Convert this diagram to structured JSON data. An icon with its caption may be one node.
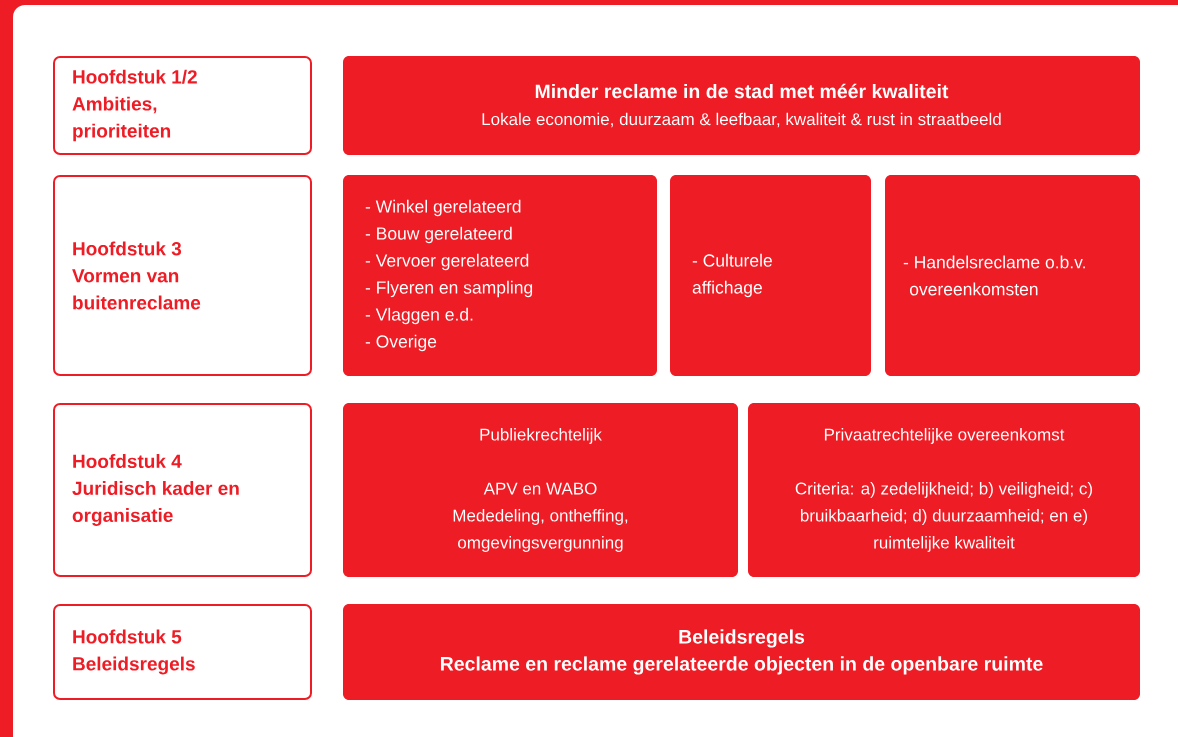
{
  "diagram": {
    "nodes": [
      {
        "text": [
          "Hoofdstuk 1/2",
          "Ambities, prioriteiten"
        ]
      },
      {
        "text": [
          "Minder reclame in de stad met méér kwaliteit",
          "Lokale economie, duurzaam & leefbaar, kwaliteit & rust in straatbeeld"
        ]
      },
      {
        "text": [
          "Hoofdstuk 3",
          "Vormen van buitenreclame"
        ]
      },
      {
        "text": [
          "- Winkel gerelateerd",
          "- Bouw gerelateerd",
          "- Vervoer gerelateerd",
          "- Flyeren en sampling",
          "- Vlaggen e.d.",
          "- Overige"
        ]
      },
      {
        "text": [
          "- Culturele affichage"
        ]
      },
      {
        "text": [
          "- Handelsreclame o.b.v. overeenkomsten"
        ]
      },
      {
        "text": [
          "Hoofdstuk 4",
          "Juridisch kader en organisatie"
        ]
      },
      {
        "text": [
          "Publiekrechtelijk",
          "APV en WABO",
          "Mededeling, ontheffing, omgevingsvergunning"
        ]
      },
      {
        "text": [
          "Privaatrechtelijke overeenkomst",
          "Criteria: a) zedelijkheid; b) veiligheid; c) bruikbaarheid; d) duurzaamheid; en e) ruimtelijke kwaliteit"
        ]
      },
      {
        "text": [
          "Hoofdstuk 5",
          "Beleidsregels"
        ]
      },
      {
        "text": [
          "Beleidsregels",
          "Reclame en reclame gerelateerde objecten in de openbare ruimte"
        ]
      }
    ]
  }
}
